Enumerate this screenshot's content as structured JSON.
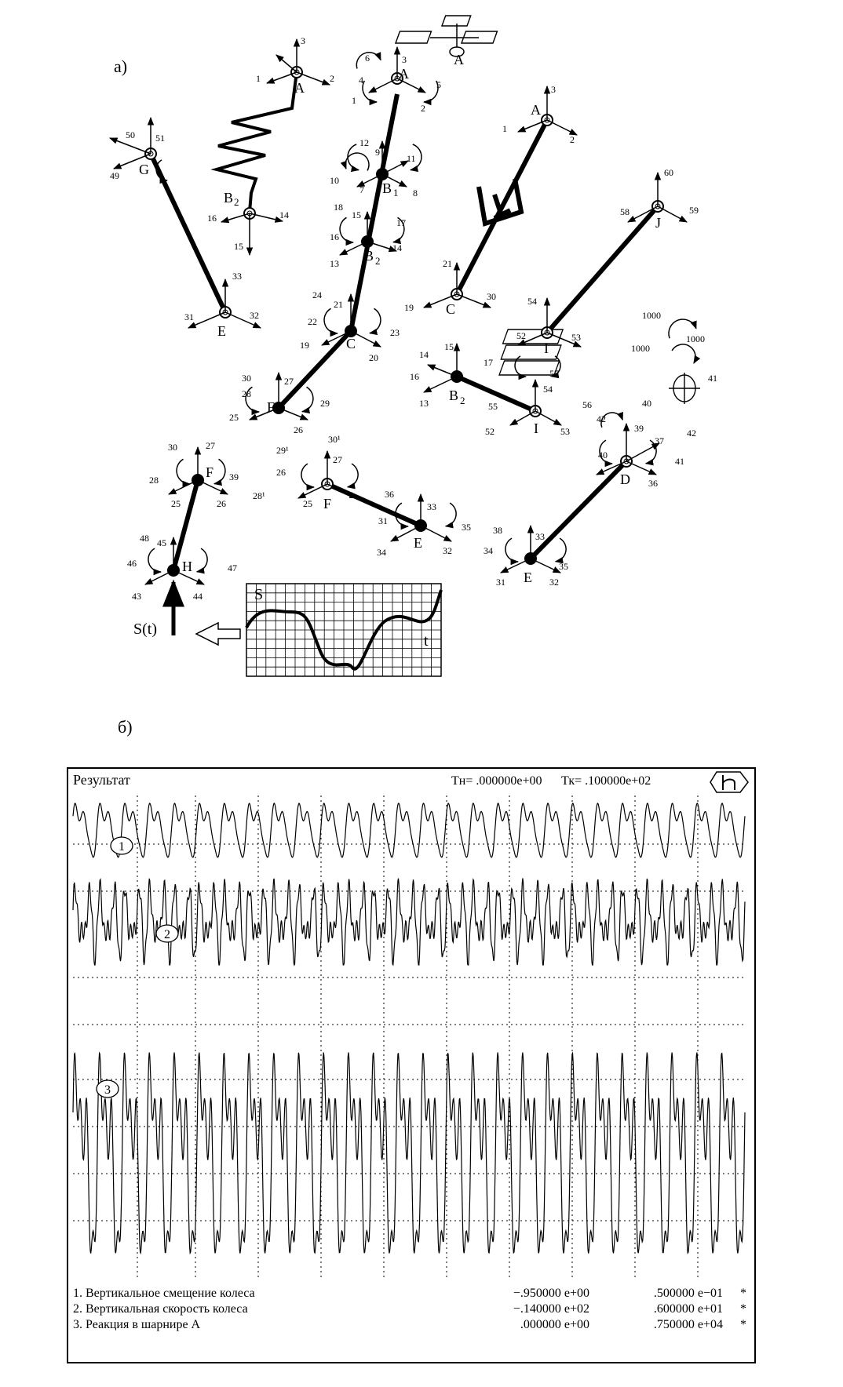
{
  "part_a": {
    "caption": "а)",
    "nodes": {
      "A": "A",
      "B1": "B",
      "B1_sub": "1",
      "B2": "B",
      "B2_sub": "2",
      "C": "C",
      "D": "D",
      "E": "E",
      "F": "F",
      "G": "G",
      "H": "H",
      "I": "I",
      "J": "J",
      "S": "S",
      "t": "t",
      "St": "S(t)"
    },
    "numbers": {
      "n1": "1",
      "n2": "2",
      "n3": "3",
      "n4": "4",
      "n5": "5",
      "n6": "6",
      "n7": "7",
      "n8": "8",
      "n9": "9",
      "n10": "10",
      "n11": "11",
      "n12": "12",
      "n13": "13",
      "n14": "14",
      "n15": "15",
      "n16": "16",
      "n17": "17",
      "n18": "18",
      "n19": "19",
      "n20": "20",
      "n21": "21",
      "n22": "22",
      "n23": "23",
      "n24": "24",
      "n25": "25",
      "n26": "26",
      "n27": "27",
      "n28": "28",
      "n28p": "28¹",
      "n29": "29",
      "n29p": "29¹",
      "n30": "30",
      "n30p": "30¹",
      "n31": "31",
      "n32": "32",
      "n33": "33",
      "n34": "34",
      "n35": "35",
      "n36": "36",
      "n37": "37",
      "n38": "38",
      "n39": "39",
      "n40": "40",
      "n41": "41",
      "n42": "42",
      "n43": "43",
      "n44": "44",
      "n45": "45",
      "n46": "46",
      "n47": "47",
      "n48": "48",
      "n49": "49",
      "n50": "50",
      "n51": "51",
      "n52": "52",
      "n53": "53",
      "n54": "54",
      "n55": "55",
      "n56": "56",
      "n57": "57",
      "n58": "58",
      "n59": "59",
      "n60": "60",
      "n1000": "1000"
    }
  },
  "part_b": {
    "caption": "б)",
    "title": "Результат",
    "t_start": "Тн= .000000e+00",
    "t_end": "Тк= .100000e+02",
    "icon": "h-logo-icon",
    "curve_markers": [
      "1",
      "2",
      "3"
    ],
    "legend": [
      {
        "label": "1. Вертикальное смещение колеса",
        "min": "−.950000 e+00",
        "max": ".500000 e−01",
        "mark": "*"
      },
      {
        "label": "2. Вертикальная скорость колеса",
        "min": "−.140000 e+02",
        "max": ".600000 e+01",
        "mark": "*"
      },
      {
        "label": "3. Реакция в шарнире А",
        "min": ".000000 e+00",
        "max": ".750000 e+04",
        "mark": "*"
      }
    ],
    "chart_data": {
      "type": "line",
      "x_range": [
        0,
        10
      ],
      "grid": true,
      "series": [
        {
          "name": "1. Вертикальное смещение колеса",
          "ylim": [
            -0.95,
            0.05
          ],
          "frequency_cycles": 27
        },
        {
          "name": "2. Вертикальная скорость колеса",
          "ylim": [
            -14,
            6
          ],
          "frequency_cycles": 54
        },
        {
          "name": "3. Реакция в шарнире А",
          "ylim": [
            0,
            7500
          ],
          "frequency_cycles": 27
        }
      ]
    }
  }
}
